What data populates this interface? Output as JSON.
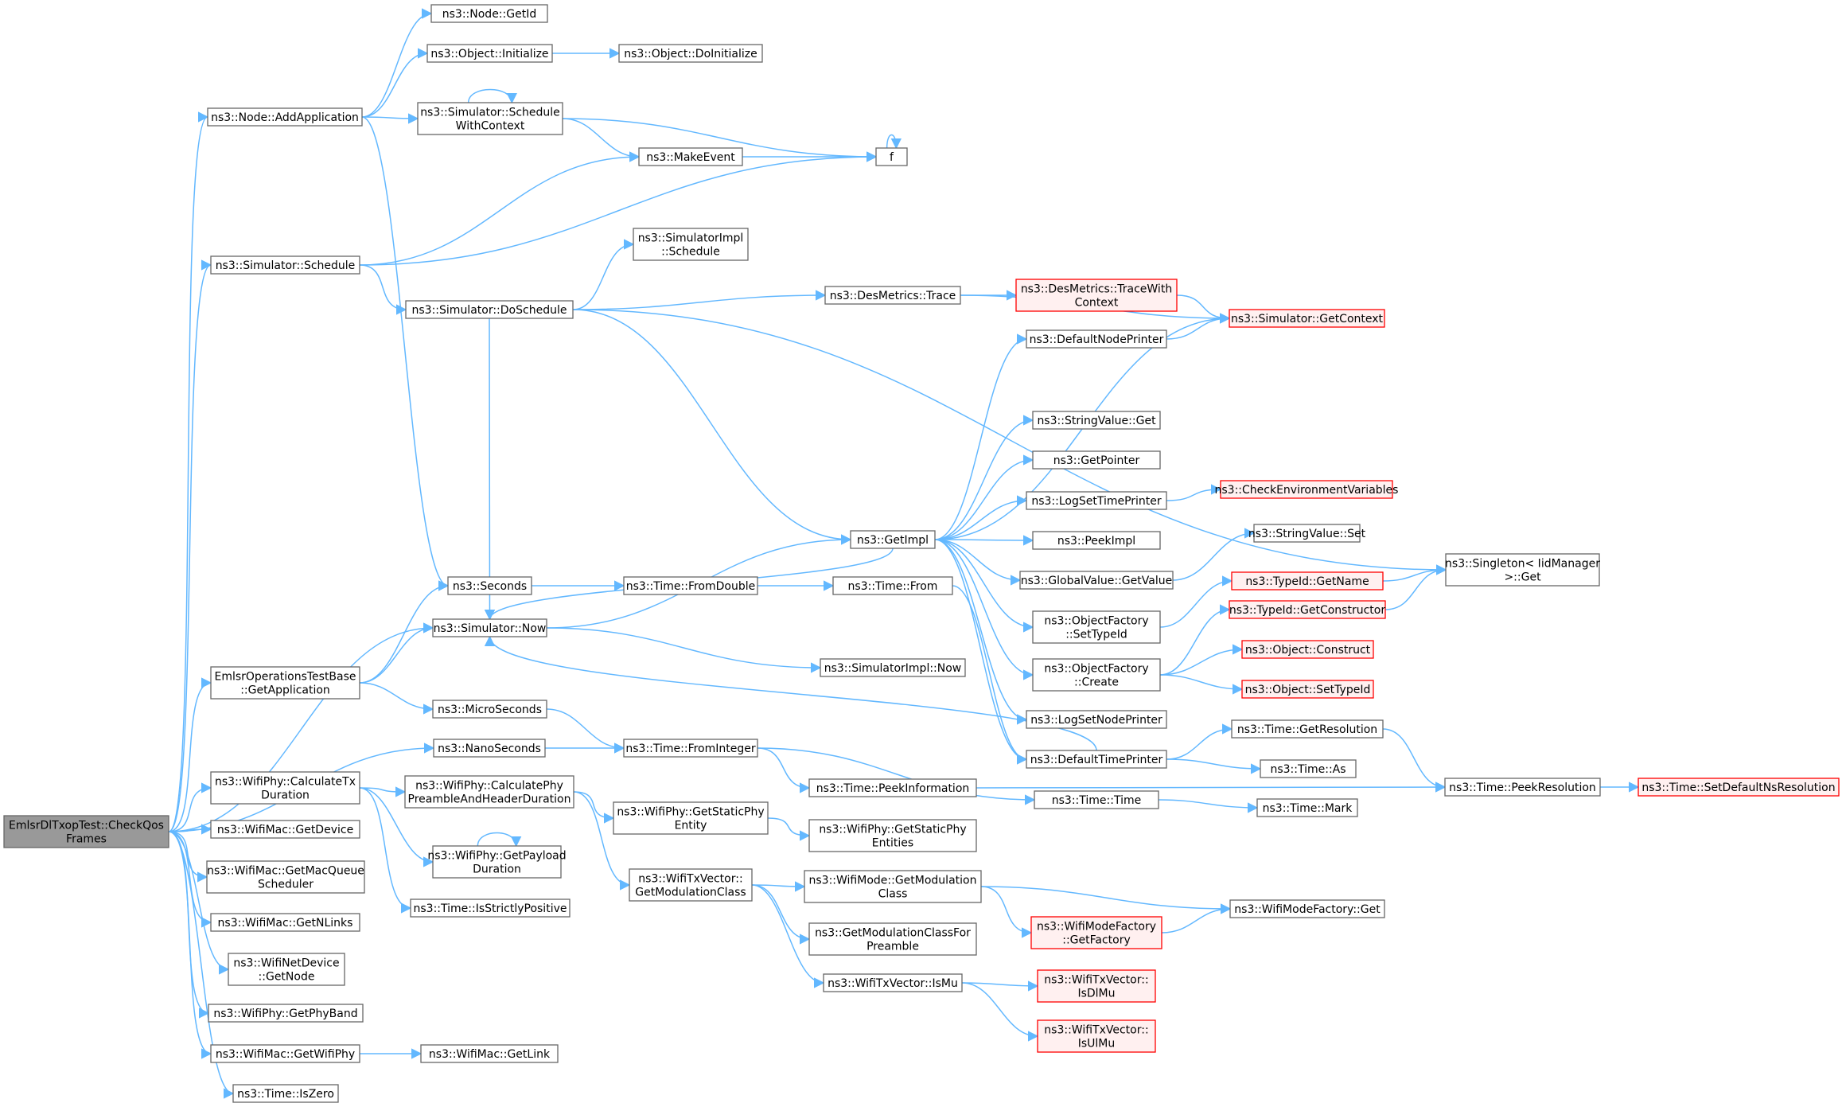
{
  "colors": {
    "edge": "#63b8ff",
    "node_border": "#666666",
    "node_fill": "#ffffff",
    "root_fill": "#999999",
    "red_border": "#ff0000",
    "red_fill": "#fff0f0"
  },
  "nodes": [
    {
      "id": "root",
      "lines": [
        "EmlsrDlTxopTest::CheckQos",
        "Frames"
      ],
      "style": "root"
    },
    {
      "id": "addapp",
      "lines": [
        "ns3::Node::AddApplication"
      ]
    },
    {
      "id": "schedule",
      "lines": [
        "ns3::Simulator::Schedule"
      ]
    },
    {
      "id": "getapp",
      "lines": [
        "EmlsrOperationsTestBase",
        "::GetApplication"
      ]
    },
    {
      "id": "nanosec",
      "lines": [
        "ns3::NanoSeconds"
      ]
    },
    {
      "id": "calctx",
      "lines": [
        "ns3::WifiPhy::CalculateTx",
        "Duration"
      ]
    },
    {
      "id": "getdevice",
      "lines": [
        "ns3::WifiMac::GetDevice"
      ]
    },
    {
      "id": "getmacq",
      "lines": [
        "ns3::WifiMac::GetMacQueue",
        "Scheduler"
      ]
    },
    {
      "id": "getnlinks",
      "lines": [
        "ns3::WifiMac::GetNLinks"
      ]
    },
    {
      "id": "getnode",
      "lines": [
        "ns3::WifiNetDevice",
        "::GetNode"
      ]
    },
    {
      "id": "getphyband",
      "lines": [
        "ns3::WifiPhy::GetPhyBand"
      ]
    },
    {
      "id": "getwifiphy",
      "lines": [
        "ns3::WifiMac::GetWifiPhy"
      ]
    },
    {
      "id": "iszero",
      "lines": [
        "ns3::Time::IsZero"
      ]
    },
    {
      "id": "nodegetid",
      "lines": [
        "ns3::Node::GetId"
      ]
    },
    {
      "id": "objinit",
      "lines": [
        "ns3::Object::Initialize"
      ]
    },
    {
      "id": "schedctx",
      "lines": [
        "ns3::Simulator::Schedule",
        "WithContext"
      ]
    },
    {
      "id": "seconds",
      "lines": [
        "ns3::Seconds"
      ]
    },
    {
      "id": "doschedule",
      "lines": [
        "ns3::Simulator::DoSchedule"
      ]
    },
    {
      "id": "now",
      "lines": [
        "ns3::Simulator::Now"
      ]
    },
    {
      "id": "microsec",
      "lines": [
        "ns3::MicroSeconds"
      ]
    },
    {
      "id": "calcphy",
      "lines": [
        "ns3::WifiPhy::CalculatePhy",
        "PreambleAndHeaderDuration"
      ]
    },
    {
      "id": "getpayload",
      "lines": [
        "ns3::WifiPhy::GetPayload",
        "Duration"
      ]
    },
    {
      "id": "isstrict",
      "lines": [
        "ns3::Time::IsStrictlyPositive"
      ]
    },
    {
      "id": "getlink",
      "lines": [
        "ns3::WifiMac::GetLink"
      ]
    },
    {
      "id": "objdoinit",
      "lines": [
        "ns3::Object::DoInitialize"
      ]
    },
    {
      "id": "makeevent",
      "lines": [
        "ns3::MakeEvent"
      ]
    },
    {
      "id": "implsched",
      "lines": [
        "ns3::SimulatorImpl",
        "::Schedule"
      ]
    },
    {
      "id": "fromdouble",
      "lines": [
        "ns3::Time::FromDouble"
      ]
    },
    {
      "id": "frominteger",
      "lines": [
        "ns3::Time::FromInteger"
      ]
    },
    {
      "id": "getstaticphy",
      "lines": [
        "ns3::WifiPhy::GetStaticPhy",
        "Entity"
      ]
    },
    {
      "id": "getmodclass",
      "lines": [
        "ns3::WifiTxVector::",
        "GetModulationClass"
      ]
    },
    {
      "id": "f",
      "lines": [
        "f"
      ]
    },
    {
      "id": "destrace",
      "lines": [
        "ns3::DesMetrics::Trace"
      ]
    },
    {
      "id": "getimpl",
      "lines": [
        "ns3::GetImpl"
      ]
    },
    {
      "id": "timefrom",
      "lines": [
        "ns3::Time::From"
      ]
    },
    {
      "id": "implnow",
      "lines": [
        "ns3::SimulatorImpl::Now"
      ]
    },
    {
      "id": "peekinfo",
      "lines": [
        "ns3::Time::PeekInformation"
      ]
    },
    {
      "id": "getstaticphyents",
      "lines": [
        "ns3::WifiPhy::GetStaticPhy",
        "Entities"
      ]
    },
    {
      "id": "modegetmod",
      "lines": [
        "ns3::WifiMode::GetModulation",
        "Class"
      ]
    },
    {
      "id": "getmodpreamble",
      "lines": [
        "ns3::GetModulationClassFor",
        "Preamble"
      ]
    },
    {
      "id": "ismu",
      "lines": [
        "ns3::WifiTxVector::IsMu"
      ]
    },
    {
      "id": "tracewith",
      "lines": [
        "ns3::DesMetrics::TraceWith",
        "Context"
      ],
      "style": "red"
    },
    {
      "id": "defnodeprinter",
      "lines": [
        "ns3::DefaultNodePrinter"
      ]
    },
    {
      "id": "svget",
      "lines": [
        "ns3::StringValue::Get"
      ]
    },
    {
      "id": "getpointer",
      "lines": [
        "ns3::GetPointer"
      ]
    },
    {
      "id": "logsettime",
      "lines": [
        "ns3::LogSetTimePrinter"
      ]
    },
    {
      "id": "peekimpl",
      "lines": [
        "ns3::PeekImpl"
      ]
    },
    {
      "id": "gvgetvalue",
      "lines": [
        "ns3::GlobalValue::GetValue"
      ]
    },
    {
      "id": "ofsettypeid",
      "lines": [
        "ns3::ObjectFactory",
        "::SetTypeId"
      ]
    },
    {
      "id": "ofcreate",
      "lines": [
        "ns3::ObjectFactory",
        "::Create"
      ]
    },
    {
      "id": "logsetnode",
      "lines": [
        "ns3::LogSetNodePrinter"
      ]
    },
    {
      "id": "deftimeprinter",
      "lines": [
        "ns3::DefaultTimePrinter"
      ]
    },
    {
      "id": "timetime",
      "lines": [
        "ns3::Time::Time"
      ]
    },
    {
      "id": "wmfgetfactory",
      "lines": [
        "ns3::WifiModeFactory",
        "::GetFactory"
      ],
      "style": "red"
    },
    {
      "id": "isdlmu",
      "lines": [
        "ns3::WifiTxVector::",
        "IsDlMu"
      ],
      "style": "red"
    },
    {
      "id": "isulmu",
      "lines": [
        "ns3::WifiTxVector::",
        "IsUlMu"
      ],
      "style": "red"
    },
    {
      "id": "getcontext",
      "lines": [
        "ns3::Simulator::GetContext"
      ],
      "style": "red"
    },
    {
      "id": "checkenv",
      "lines": [
        "ns3::CheckEnvironmentVariables"
      ],
      "style": "red"
    },
    {
      "id": "svset",
      "lines": [
        "ns3::StringValue::Set"
      ]
    },
    {
      "id": "tidgetname",
      "lines": [
        "ns3::TypeId::GetName"
      ],
      "style": "red"
    },
    {
      "id": "tidgetctor",
      "lines": [
        "ns3::TypeId::GetConstructor"
      ],
      "style": "red"
    },
    {
      "id": "objconstruct",
      "lines": [
        "ns3::Object::Construct"
      ],
      "style": "red"
    },
    {
      "id": "objsettypeid",
      "lines": [
        "ns3::Object::SetTypeId"
      ],
      "style": "red"
    },
    {
      "id": "getres",
      "lines": [
        "ns3::Time::GetResolution"
      ]
    },
    {
      "id": "timeas",
      "lines": [
        "ns3::Time::As"
      ]
    },
    {
      "id": "timemark",
      "lines": [
        "ns3::Time::Mark"
      ]
    },
    {
      "id": "wmfget",
      "lines": [
        "ns3::WifiModeFactory::Get"
      ]
    },
    {
      "id": "singleton",
      "lines": [
        "ns3::Singleton< IidManager",
        ">::Get"
      ]
    },
    {
      "id": "peekres",
      "lines": [
        "ns3::Time::PeekResolution"
      ]
    },
    {
      "id": "setdefns",
      "lines": [
        "ns3::Time::SetDefaultNsResolution"
      ],
      "style": "red"
    }
  ],
  "edges": [
    [
      "root",
      "addapp"
    ],
    [
      "root",
      "schedule"
    ],
    [
      "root",
      "getapp"
    ],
    [
      "root",
      "now"
    ],
    [
      "root",
      "nanosec"
    ],
    [
      "root",
      "calctx"
    ],
    [
      "root",
      "getdevice"
    ],
    [
      "root",
      "getmacq"
    ],
    [
      "root",
      "getnlinks"
    ],
    [
      "root",
      "getnode"
    ],
    [
      "root",
      "getphyband"
    ],
    [
      "root",
      "getwifiphy"
    ],
    [
      "root",
      "iszero"
    ],
    [
      "addapp",
      "nodegetid"
    ],
    [
      "addapp",
      "objinit"
    ],
    [
      "addapp",
      "schedctx"
    ],
    [
      "addapp",
      "seconds"
    ],
    [
      "objinit",
      "objdoinit"
    ],
    [
      "schedctx",
      "schedctx"
    ],
    [
      "schedctx",
      "makeevent"
    ],
    [
      "schedctx",
      "f"
    ],
    [
      "makeevent",
      "f"
    ],
    [
      "f",
      "f"
    ],
    [
      "schedule",
      "makeevent"
    ],
    [
      "schedule",
      "f"
    ],
    [
      "schedule",
      "doschedule"
    ],
    [
      "doschedule",
      "implsched"
    ],
    [
      "doschedule",
      "singleton"
    ],
    [
      "doschedule",
      "destrace"
    ],
    [
      "doschedule",
      "getimpl"
    ],
    [
      "doschedule",
      "now"
    ],
    [
      "destrace",
      "tracewith"
    ],
    [
      "destrace",
      "getcontext"
    ],
    [
      "tracewith",
      "getcontext"
    ],
    [
      "getapp",
      "seconds"
    ],
    [
      "getapp",
      "now"
    ],
    [
      "getapp",
      "microsec"
    ],
    [
      "seconds",
      "fromdouble"
    ],
    [
      "fromdouble",
      "timefrom"
    ],
    [
      "timefrom",
      "deftimeprinter"
    ],
    [
      "now",
      "getimpl"
    ],
    [
      "now",
      "implnow"
    ],
    [
      "microsec",
      "frominteger"
    ],
    [
      "nanosec",
      "frominteger"
    ],
    [
      "frominteger",
      "peekinfo"
    ],
    [
      "frominteger",
      "timetime"
    ],
    [
      "peekinfo",
      "peekres"
    ],
    [
      "getimpl",
      "defnodeprinter"
    ],
    [
      "getimpl",
      "getcontext"
    ],
    [
      "getimpl",
      "svget"
    ],
    [
      "getimpl",
      "getpointer"
    ],
    [
      "getimpl",
      "logsettime"
    ],
    [
      "getimpl",
      "peekimpl"
    ],
    [
      "getimpl",
      "gvgetvalue"
    ],
    [
      "getimpl",
      "ofsettypeid"
    ],
    [
      "getimpl",
      "ofcreate"
    ],
    [
      "getimpl",
      "logsetnode"
    ],
    [
      "getimpl",
      "deftimeprinter"
    ],
    [
      "getimpl",
      "now"
    ],
    [
      "defnodeprinter",
      "getcontext"
    ],
    [
      "logsettime",
      "checkenv"
    ],
    [
      "gvgetvalue",
      "svset"
    ],
    [
      "ofsettypeid",
      "tidgetname"
    ],
    [
      "tidgetname",
      "singleton"
    ],
    [
      "ofcreate",
      "tidgetctor"
    ],
    [
      "ofcreate",
      "objconstruct"
    ],
    [
      "ofcreate",
      "objsettypeid"
    ],
    [
      "tidgetctor",
      "singleton"
    ],
    [
      "deftimeprinter",
      "getres"
    ],
    [
      "deftimeprinter",
      "timeas"
    ],
    [
      "deftimeprinter",
      "now"
    ],
    [
      "getres",
      "peekres"
    ],
    [
      "peekres",
      "setdefns"
    ],
    [
      "timetime",
      "timemark"
    ],
    [
      "calctx",
      "calcphy"
    ],
    [
      "calctx",
      "getpayload"
    ],
    [
      "calctx",
      "isstrict"
    ],
    [
      "calcphy",
      "getstaticphy"
    ],
    [
      "calcphy",
      "getmodclass"
    ],
    [
      "getpayload",
      "getpayload"
    ],
    [
      "getstaticphy",
      "getstaticphyents"
    ],
    [
      "getmodclass",
      "modegetmod"
    ],
    [
      "getmodclass",
      "getmodpreamble"
    ],
    [
      "getmodclass",
      "ismu"
    ],
    [
      "modegetmod",
      "wmfget"
    ],
    [
      "modegetmod",
      "wmfgetfactory"
    ],
    [
      "wmfgetfactory",
      "wmfget"
    ],
    [
      "ismu",
      "isdlmu"
    ],
    [
      "ismu",
      "isulmu"
    ],
    [
      "getwifiphy",
      "getlink"
    ]
  ]
}
